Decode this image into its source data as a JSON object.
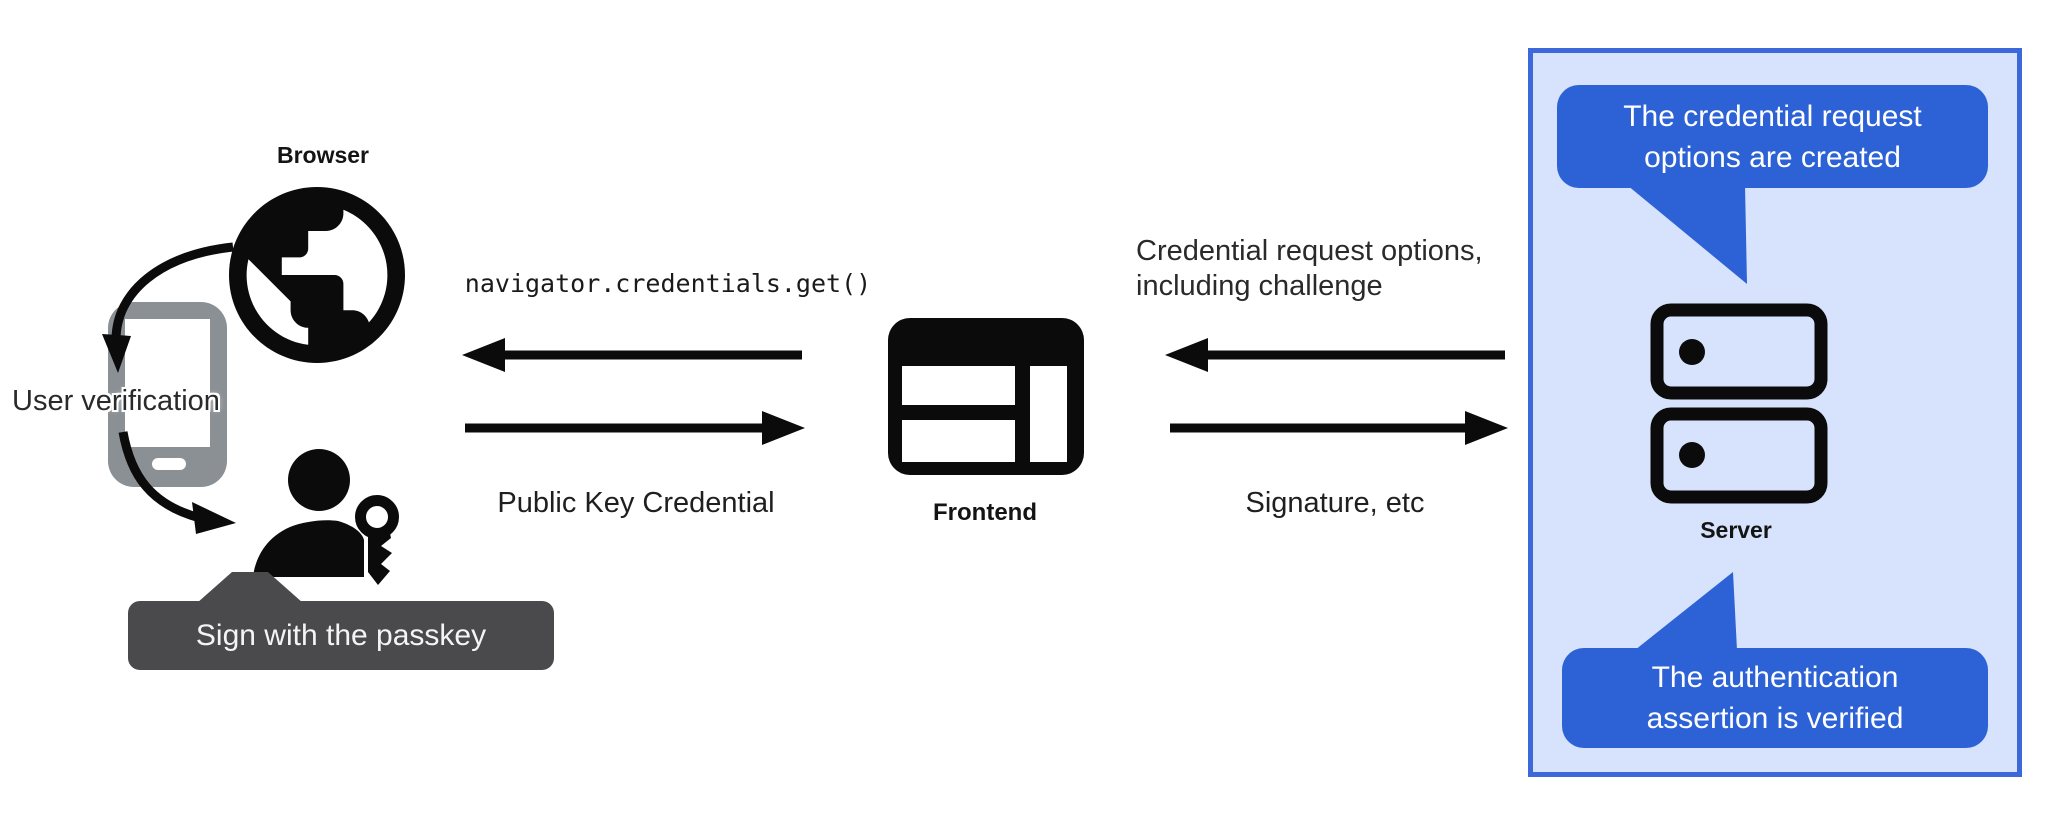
{
  "colors": {
    "bubble_blue": "#2d62d6",
    "panel_fill": "#d7e3fc",
    "panel_border": "#3c68d9",
    "tooltip_gray": "#4a4a4c",
    "phone_gray": "#8b9095",
    "icon_black": "#0b0b0b"
  },
  "left_group": {
    "browser_label": "Browser",
    "user_verification_label": "User verification",
    "passkey_tooltip": "Sign with the passkey"
  },
  "browser_frontend_flow": {
    "to_browser_label": "navigator.credentials.get()",
    "to_frontend_label": "Public Key Credential"
  },
  "frontend": {
    "label": "Frontend"
  },
  "frontend_server_flow": {
    "to_frontend_label": {
      "line1": "Credential request options,",
      "line2": "including challenge"
    },
    "to_server_label": "Signature, etc"
  },
  "server_panel": {
    "server_label": "Server",
    "bubble_top": {
      "line1": "The credential request",
      "line2": "options are created"
    },
    "bubble_bottom": {
      "line1": "The authentication",
      "line2": "assertion is verified"
    }
  }
}
